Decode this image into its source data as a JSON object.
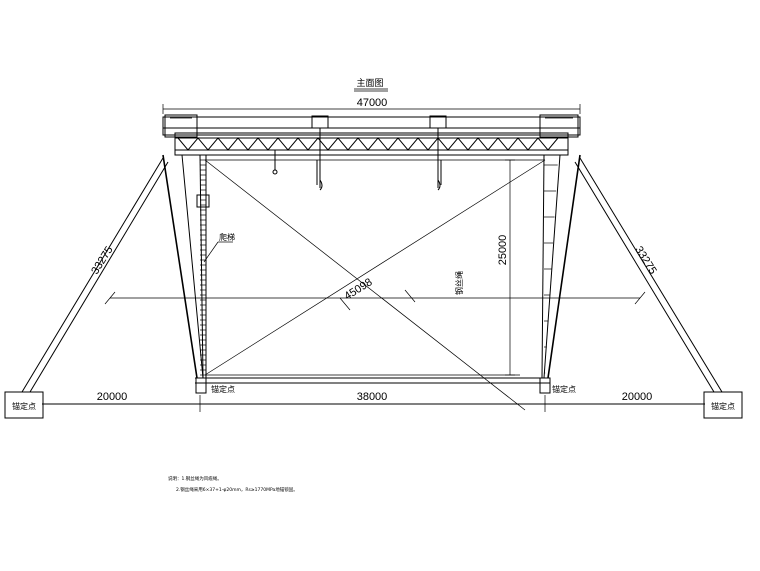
{
  "drawing": {
    "title": "主面图",
    "span_top": "47000",
    "span_bottom": "38000",
    "left_offset": "20000",
    "right_offset": "20000",
    "height": "25000",
    "diagonal": "45098",
    "left_stay": "33275",
    "right_stay": "33275",
    "cable_label": "钢丝绳",
    "ladder_label": "爬梯",
    "anchor_label": "锚定点",
    "notes": [
      "说明：1.钢丝绳为风缆绳。",
      "2.钢丝绳采用6×37+1-φ20mm，Rs≥1770MPa地锚锁固。"
    ]
  }
}
